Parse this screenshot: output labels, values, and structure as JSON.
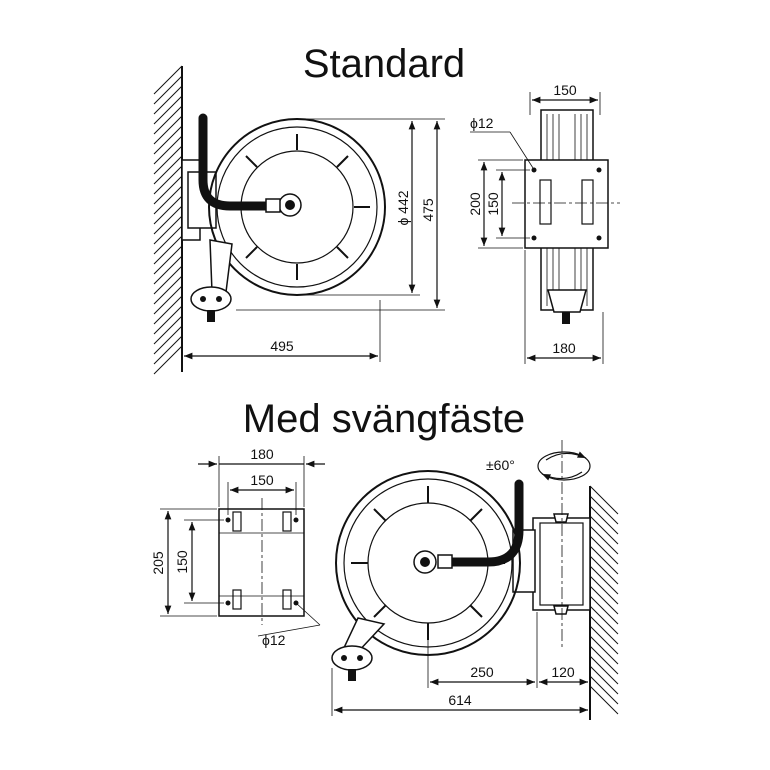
{
  "titles": {
    "standard": "Standard",
    "swivel": "Med svängfäste"
  },
  "standard_view": {
    "width_dim": "495",
    "drum_diameter_dim": "ϕ 442",
    "height_dim": "475",
    "bracket_width_dim": "150",
    "hole_dim": "ϕ12",
    "bracket_height_dim": "200",
    "hole_spacing_dim": "150",
    "depth_dim": "180"
  },
  "swivel_view": {
    "plate_width_dim": "180",
    "hole_spacing_h_dim": "150",
    "plate_height_dim": "205",
    "hole_spacing_v_dim": "150",
    "hole_dim": "ϕ12",
    "swivel_angle": "±60°",
    "offset_dim": "250",
    "bracket_depth_dim": "120",
    "total_width_dim": "614"
  },
  "colors": {
    "line": "#111111",
    "background": "#ffffff"
  }
}
